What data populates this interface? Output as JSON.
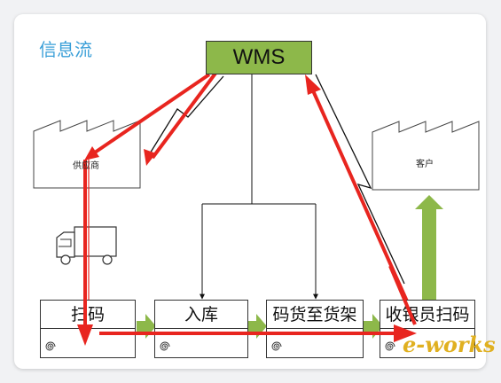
{
  "title": "信息流",
  "system": "WMS",
  "supplier": "供应商",
  "customer": "客户",
  "stages": [
    "扫码",
    "入库",
    "码货至货架",
    "收银员扫码"
  ],
  "watermark": "e-works",
  "colors": {
    "title": "#3a9fd8",
    "wms_box": "#8db84a",
    "green_arrow": "#8db84a",
    "red_flow": "#e8251f"
  },
  "icons": [
    "factory-icon",
    "truck-icon",
    "spiral-icon",
    "arrow-icon"
  ]
}
